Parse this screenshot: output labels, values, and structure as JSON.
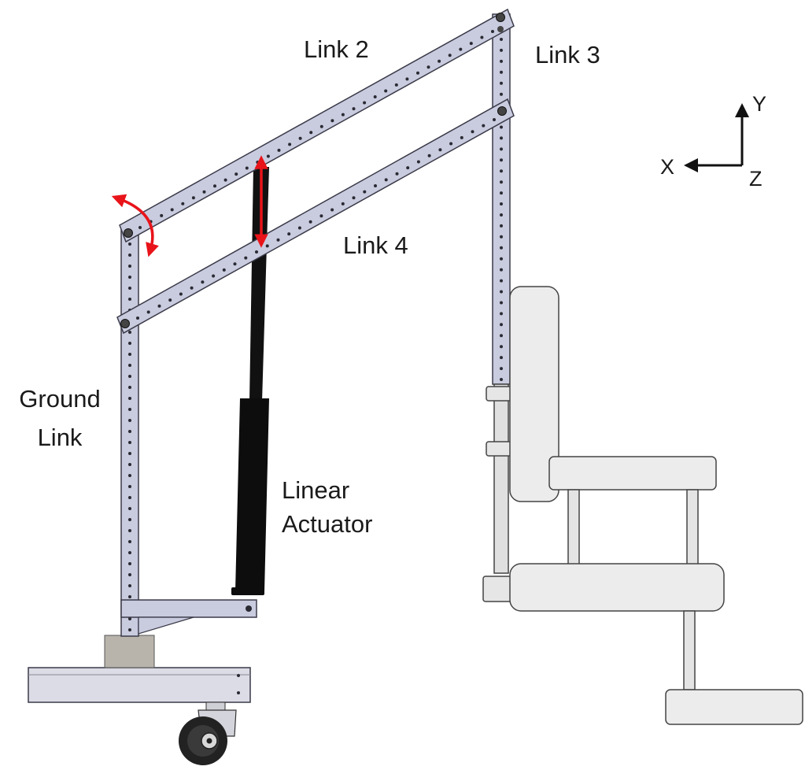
{
  "labels": {
    "link2": "Link 2",
    "link3": "Link 3",
    "link4": "Link 4",
    "ground_line1": "Ground",
    "ground_line2": "Link",
    "actuator_line1": "Linear",
    "actuator_line2": "Actuator"
  },
  "axes": {
    "y": "Y",
    "x": "X",
    "z": "Z"
  },
  "colors": {
    "link_fill": "#c9cbdf",
    "link_stroke": "#3a3a48",
    "hole": "#2a2a33",
    "actuator": "#111111",
    "motion_arrow": "#e8141a",
    "base_fill": "#dcdce6",
    "seat_fill": "#ececec",
    "seat_stroke": "#444444",
    "caster": "#222222",
    "post": "#b8b4ac"
  }
}
